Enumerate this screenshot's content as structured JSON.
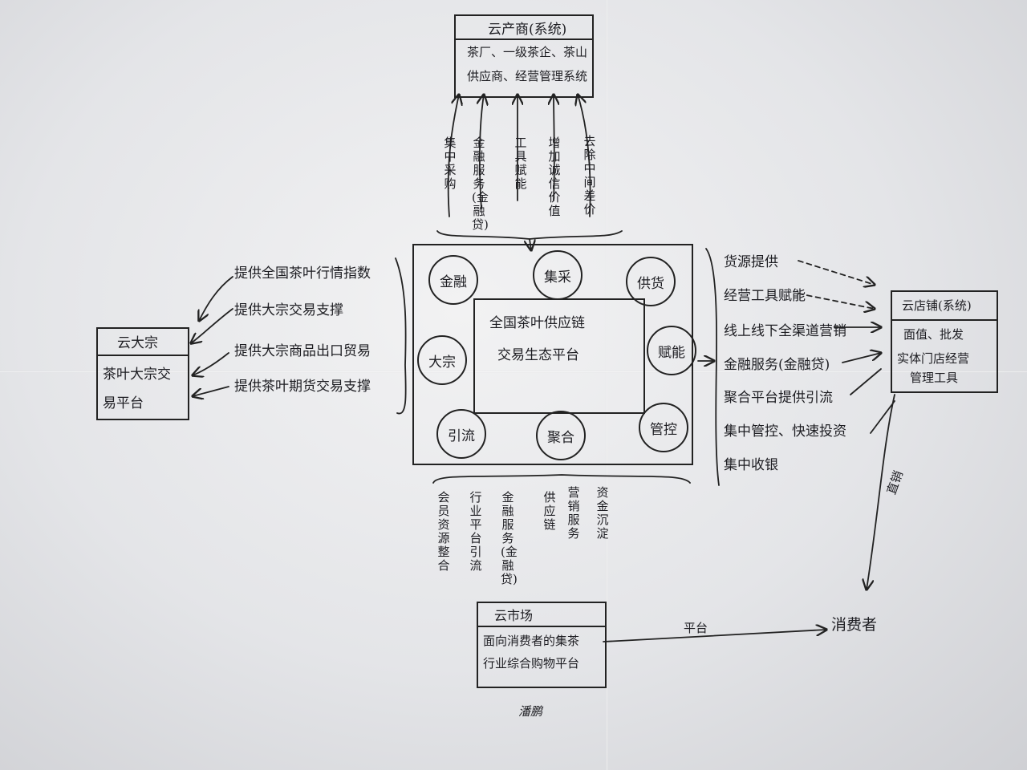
{
  "top_box": {
    "title": "云产商(系统)",
    "line1": "茶厂、一级茶企、茶山",
    "line2": "供应商、经营管理系统"
  },
  "top_labels": [
    "集中采购",
    "金融服务(金融贷)",
    "工具赋能",
    "增加诚信价值",
    "去除中间差价"
  ],
  "left_box": {
    "title": "云大宗",
    "line1": "茶叶大宗交",
    "line2": "易平台"
  },
  "left_labels": [
    "提供全国茶叶行情指数",
    "提供大宗交易支撑",
    "提供大宗商品出口贸易",
    "提供茶叶期货交易支撑"
  ],
  "center": {
    "title_line1": "全国茶叶供应链",
    "title_line2": "交易生态平台",
    "circles": [
      "金融",
      "集采",
      "供货",
      "大宗",
      "赋能",
      "引流",
      "聚合",
      "管控"
    ]
  },
  "right_labels": [
    "货源提供",
    "经营工具赋能",
    "线上线下全渠道营销",
    "金融服务(金融贷)",
    "聚合平台提供引流",
    "集中管控、快速投资",
    "集中收银"
  ],
  "right_box": {
    "title": "云店铺(系统)",
    "line1": "面值、批发",
    "line2": "实体门店经营",
    "line3": "管理工具"
  },
  "bottom_labels": [
    "会员资源整合",
    "行业平台引流",
    "金融服务(金融贷)",
    "供应链",
    "营销服务",
    "资金沉淀"
  ],
  "bottom_box": {
    "title": "云市场",
    "line1": "面向消费者的集茶",
    "line2": "行业综合购物平台"
  },
  "edge_labels": {
    "to_consumer_bottom": "平台",
    "to_consumer_right": "直销"
  },
  "consumer": "消费者",
  "signature": "潘鹏"
}
